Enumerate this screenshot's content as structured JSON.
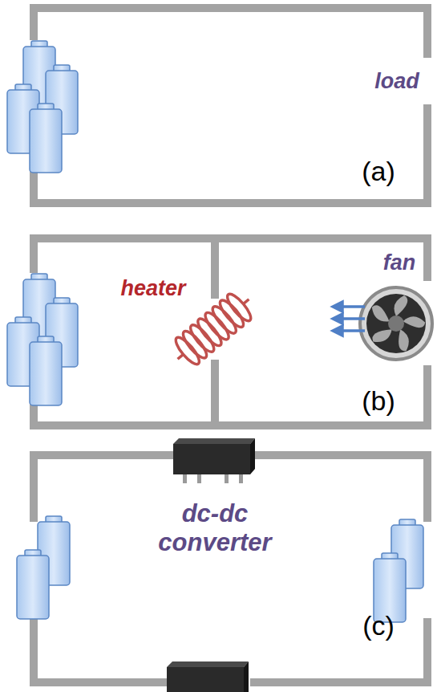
{
  "diagram": {
    "labels": [
      "load",
      "(a)",
      "heater",
      "fan",
      "(b)",
      "dc-dc converter",
      "(c)"
    ]
  }
}
